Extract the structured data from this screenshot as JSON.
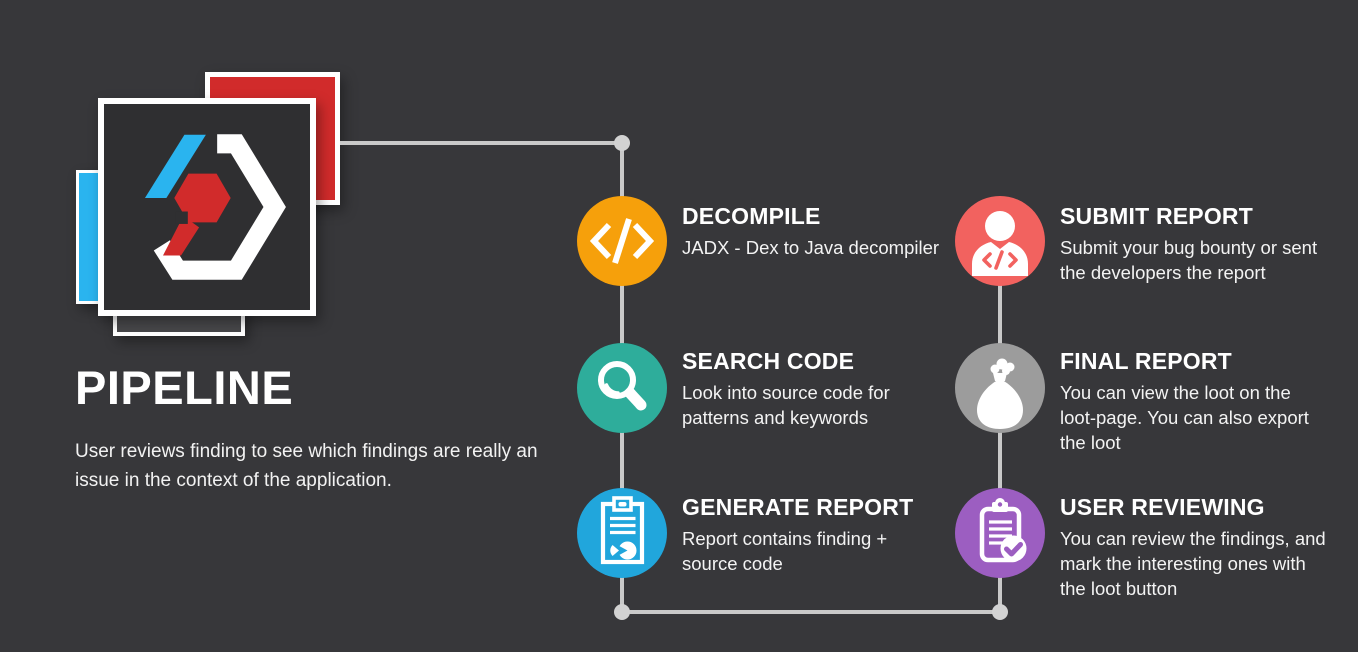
{
  "palette": {
    "background": "#37373a",
    "connector_line": "#c9c9c9",
    "connector_dot": "#d2d2d2",
    "text_white": "#ffffff"
  },
  "logo": {
    "name": "hexagon-code-logo",
    "main_square_fill": "#2f2f31",
    "accent_cyan": "#2ab4ef",
    "accent_red": "#d12b2b",
    "accent_white": "#ffffff"
  },
  "header": {
    "title": "PIPELINE",
    "description": "User reviews finding to see which findings are really an issue in the context of the application."
  },
  "steps": [
    {
      "title": "DECOMPILE",
      "description": "JADX - Dex to Java decompiler",
      "color": "#f6a00b",
      "icon": "code-icon"
    },
    {
      "title": "SEARCH CODE",
      "description": "Look into source code for patterns and keywords",
      "color": "#2ead9b",
      "icon": "search-icon"
    },
    {
      "title": "GENERATE REPORT",
      "description": "Report contains finding + source code",
      "color": "#21a6dc",
      "icon": "report-pie-icon"
    },
    {
      "title": "SUBMIT REPORT",
      "description": "Submit your bug bounty or sent the developers the report",
      "color": "#f2625f",
      "icon": "person-code-icon"
    },
    {
      "title": "FINAL REPORT",
      "description": "You can view the loot on the loot-page. You can also export the loot",
      "color": "#9c9c9c",
      "icon": "money-bag-icon"
    },
    {
      "title": "USER REVIEWING",
      "description": "You can review the findings, and mark the interesting ones with the loot button",
      "color": "#9c5ec1",
      "icon": "clipboard-check-icon"
    }
  ]
}
